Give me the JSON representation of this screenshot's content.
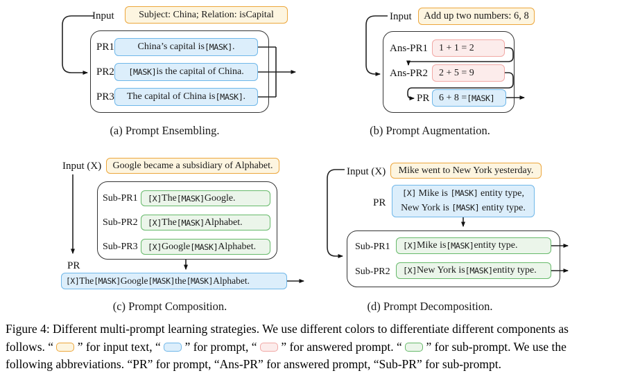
{
  "colors": {
    "input_border": "#ECA63B",
    "input_fill": "#FDF5E0",
    "prompt_border": "#6FB7E9",
    "prompt_fill": "#DCEEFB",
    "answered_border": "#F1A8A5",
    "answered_fill": "#FCECEB",
    "sub_border": "#66B96A",
    "sub_fill": "#EBF5EA"
  },
  "panel_a": {
    "input_label": "Input",
    "input_text": "Subject: China; Relation: isCapital",
    "rows": [
      {
        "label": "PR1",
        "text": "China’s capital is [MASK]."
      },
      {
        "label": "PR2",
        "text": "[MASK] is the capital of China."
      },
      {
        "label": "PR3",
        "text": "The capital of China is [MASK]."
      }
    ],
    "caption": "(a) Prompt Ensembling."
  },
  "panel_b": {
    "input_label": "Input",
    "input_text": "Add up two numbers: 6, 8",
    "rows": [
      {
        "label": "Ans-PR1",
        "text": "1 + 1 = 2"
      },
      {
        "label": "Ans-PR2",
        "text": "2 + 5 = 9"
      },
      {
        "label": "PR",
        "text": "6 + 8 = [MASK]"
      }
    ],
    "caption": "(b) Prompt Augmentation."
  },
  "panel_c": {
    "input_label": "Input (X)",
    "input_text": "Google became a subsidiary of Alphabet.",
    "rows": [
      {
        "label": "Sub-PR1",
        "text": "[X] The [MASK] Google."
      },
      {
        "label": "Sub-PR2",
        "text": "[X] The [MASK] Alphabet."
      },
      {
        "label": "Sub-PR3",
        "text": "[X] Google [MASK] Alphabet."
      }
    ],
    "pr_label": "PR",
    "pr_text": "[X] The [MASK] Google [MASK] the [MASK] Alphabet.",
    "caption": "(c) Prompt Composition."
  },
  "panel_d": {
    "input_label": "Input (X)",
    "input_text": "Mike went to New York yesterday.",
    "pr_label": "PR",
    "pr_lines": [
      "[X] Mike is [MASK] entity type,",
      "New York is [MASK] entity type."
    ],
    "rows": [
      {
        "label": "Sub-PR1",
        "text": "[X] Mike is [MASK] entity type."
      },
      {
        "label": "Sub-PR2",
        "text": "[X] New York is [MASK] entity type."
      }
    ],
    "caption": "(d) Prompt Decomposition."
  },
  "figure_caption": {
    "line1": "Figure 4: Different multi-prompt learning strategies. We use different colors to differentiate different components as",
    "line2_segments": [
      "follows. “ ",
      " ” for input text, “ ",
      " ” for prompt, “ ",
      " ” for answered prompt. “ ",
      " ” for sub-prompt. We use the"
    ],
    "line3": "following abbreviations. “PR” for prompt, “Ans-PR” for answered prompt, “Sub-PR” for sub-prompt."
  }
}
